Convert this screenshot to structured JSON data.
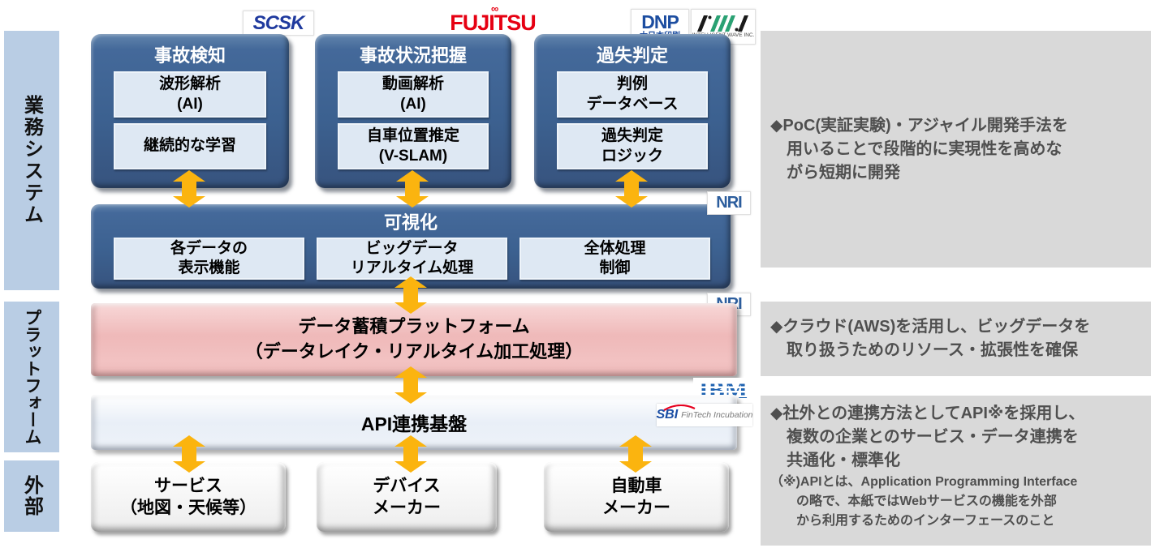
{
  "colors": {
    "module_box": "#3c6190",
    "module_item_bg": "#dee8f3",
    "data_platform_bg": "#efb9b9",
    "api_platform_bg": "#e9eff7",
    "external_box_bg": "#f4f4f4",
    "arrow": "#fbb40f",
    "left_rail_bg": "#b9cde4",
    "note_bg": "#d9d9d9",
    "note_text": "#4f4f4f",
    "scsk_blue": "#1f3a9e",
    "fujitsu_red": "#e60012",
    "dnp_blue": "#1c4da0",
    "nri_blue": "#2c5d9d",
    "ibm_blue": "#1e62b0"
  },
  "left_rail": {
    "items": [
      {
        "label": "業務システム"
      },
      {
        "label": "プラットフォーム"
      },
      {
        "label": "外部"
      }
    ]
  },
  "logos": {
    "scsk": {
      "text": "SCSK"
    },
    "fujitsu": {
      "text": "FUJITSU",
      "mark": "∞"
    },
    "dnp": {
      "text": "DNP",
      "subtext": "大日本印刷"
    },
    "intelligent_wave": {
      "subtext": "INTELLIGENT WAVE INC."
    },
    "nri_visualization": {
      "text": "NRI"
    },
    "nri_data_platform": {
      "text": "NRI"
    },
    "ibm": {
      "text": "IBM"
    },
    "sbi": {
      "text": "SBI",
      "subtext": "FinTech Incubation"
    }
  },
  "business_system": {
    "modules": [
      {
        "title": "事故検知",
        "items": [
          "波形解析\n(AI)",
          "継続的な学習"
        ]
      },
      {
        "title": "事故状況把握",
        "items": [
          "動画解析\n(AI)",
          "自車位置推定\n(V-SLAM)"
        ]
      },
      {
        "title": "過失判定",
        "items": [
          "判例\nデータベース",
          "過失判定\nロジック"
        ]
      }
    ],
    "visualization": {
      "title": "可視化",
      "items": [
        "各データの\n表示機能",
        "ビッグデータ\nリアルタイム処理",
        "全体処理\n制御"
      ]
    }
  },
  "platform": {
    "data_platform": {
      "label": "データ蓄積プラットフォーム\n（データレイク・リアルタイム加工処理）"
    },
    "api_platform": {
      "label": "API連携基盤"
    }
  },
  "external": {
    "items": [
      {
        "label": "サービス\n（地図・天候等）"
      },
      {
        "label": "デバイス\nメーカー"
      },
      {
        "label": "自動車\nメーカー"
      }
    ]
  },
  "notes": [
    {
      "text": "◆PoC(実証実験)・アジャイル開発手法を\n　用いることで段階的に実現性を高めな\n　がら短期に開発"
    },
    {
      "text": "◆クラウド(AWS)を活用し、ビッグデータを\n　取り扱うためのリソース・拡張性を確保"
    },
    {
      "text": "◆社外との連携方法としてAPI※を採用し、\n　複数の企業とのサービス・データ連携を\n　共通化・標準化",
      "footnote": "（※)APIとは、Application Programming Interface\n　　の略で、本紙ではWebサービスの機能を外部\n　　から利用するためのインターフェースのこと"
    }
  ]
}
